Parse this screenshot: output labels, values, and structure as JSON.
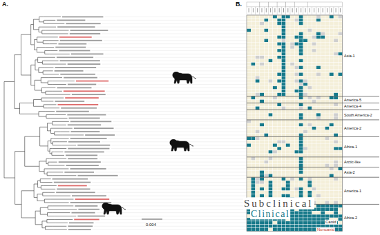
{
  "diagram": {
    "labels": [
      "A.",
      "B.",
      "0.004",
      "Asia-1",
      "America-5",
      "America-4",
      "South America-2",
      "America-2",
      "Africa-1",
      "Arctic-like",
      "Asia-2",
      "America-1",
      "Africa-2",
      "Subclinical",
      "Clinical",
      "Canid",
      "Noncanid"
    ]
  }
}
